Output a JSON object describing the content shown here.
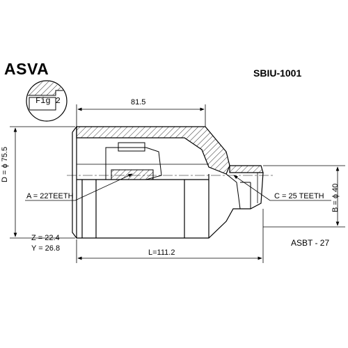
{
  "header": {
    "brand": "ASVA",
    "part_number": "SBIU-1001"
  },
  "figure": {
    "fig_label": "Fig 2"
  },
  "dimensions": {
    "top_length": "81.5",
    "total_length": "L=111.2",
    "outer_diameter": "D = ϕ 75.5",
    "shaft_diameter": "B = ϕ 40",
    "inner_teeth": "A = 22TEETH",
    "outer_teeth": "C = 25 TEETH",
    "z_value": "Z = 22.4",
    "y_value": "Y = 26.8"
  },
  "footer": {
    "catalog_code": "ASBT - 27"
  }
}
